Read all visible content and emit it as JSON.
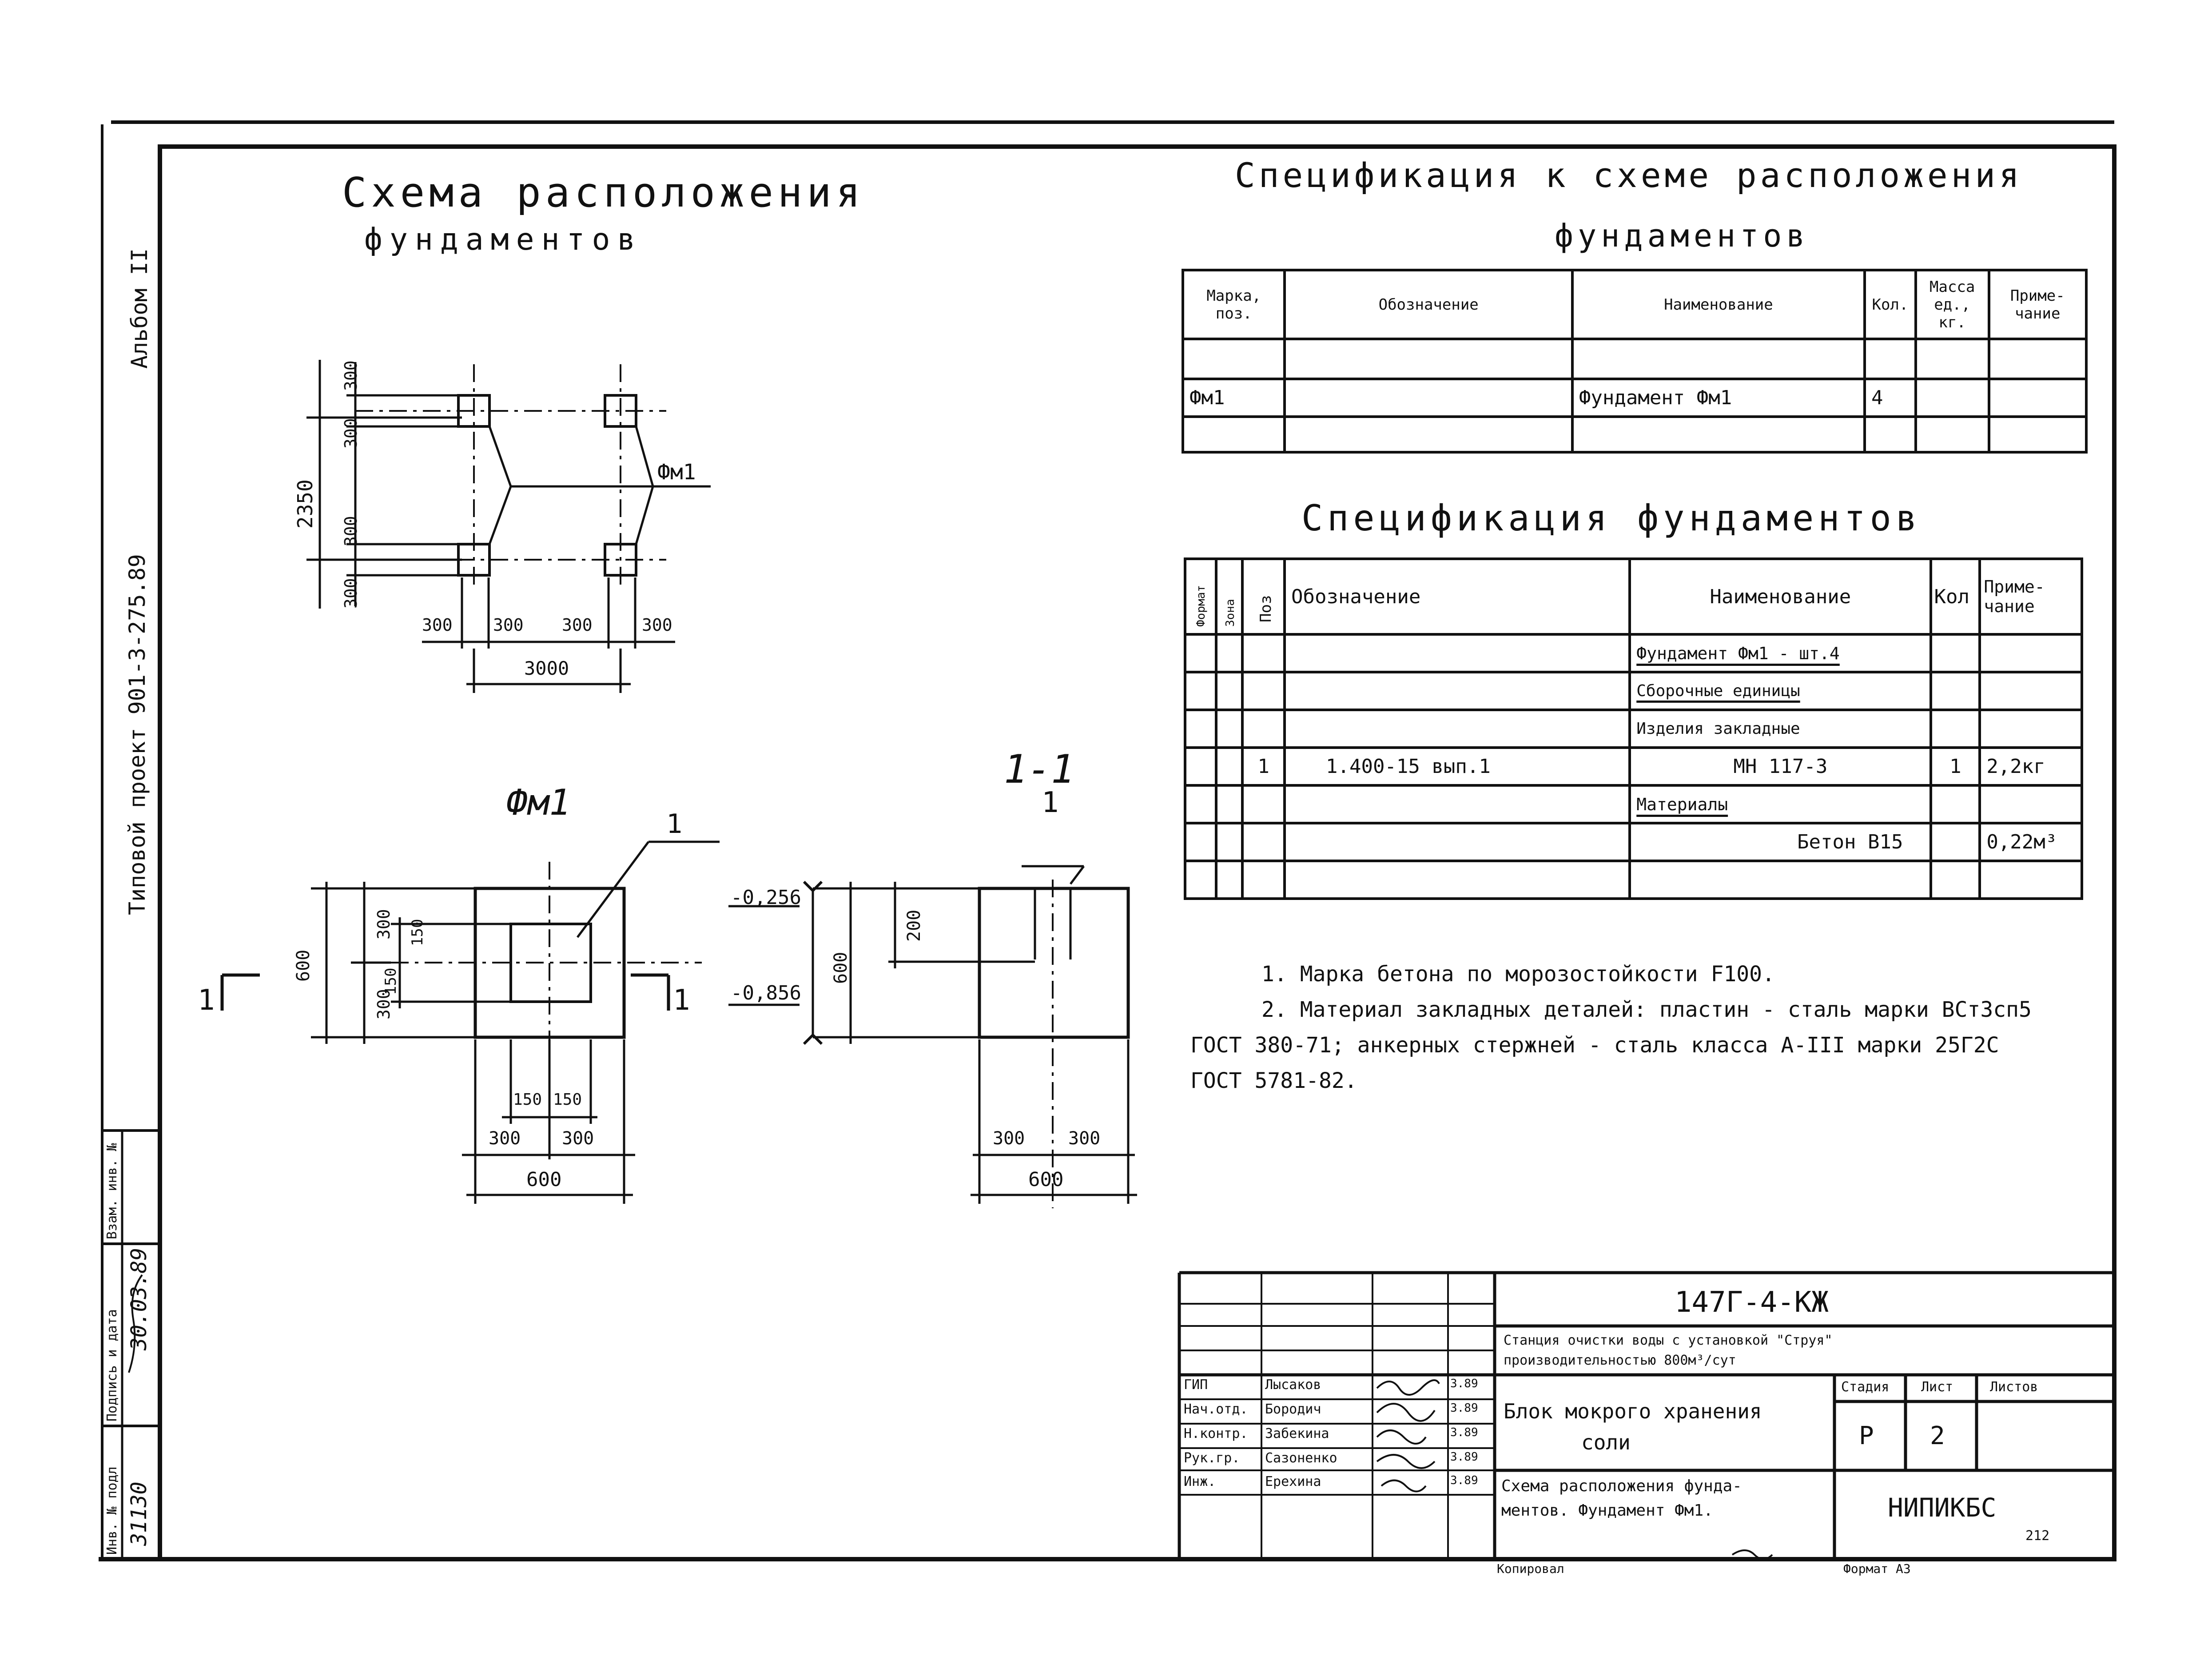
{
  "layout_title": [
    "Схема расположения",
    "фундаментов"
  ],
  "spec1": {
    "title": [
      "Спецификация к схеме расположения",
      "фундаментов"
    ],
    "headers": [
      "Марка, поз.",
      "Обозначение",
      "Наименование",
      "Кол.",
      "Масса ед., кг.",
      "Приме-чание"
    ],
    "rows": [
      [
        "",
        "",
        "",
        "",
        "",
        ""
      ],
      [
        "Фм1",
        "",
        "Фундамент Фм1",
        "4",
        "",
        ""
      ],
      [
        "",
        "",
        "",
        "",
        "",
        ""
      ]
    ]
  },
  "spec2": {
    "title": "Спецификация фундаментов",
    "headers": [
      "Формат",
      "Зона",
      "Поз",
      "Обозначение",
      "Наименование",
      "Кол",
      "Приме-чание"
    ],
    "rows": [
      [
        "",
        "",
        "",
        "",
        "Фундамент Фм1 - шт.4",
        "",
        ""
      ],
      [
        "",
        "",
        "",
        "",
        "Сборочные единицы",
        "",
        ""
      ],
      [
        "",
        "",
        "",
        "",
        "Изделия закладные",
        "",
        ""
      ],
      [
        "",
        "",
        "1",
        "1.400-15 вып.1",
        "МН 117-3",
        "1",
        "2,2кг"
      ],
      [
        "",
        "",
        "",
        "",
        "Материалы",
        "",
        ""
      ],
      [
        "",
        "",
        "",
        "",
        "Бетон В15",
        "",
        "0,22м³"
      ],
      [
        "",
        "",
        "",
        "",
        "",
        "",
        ""
      ]
    ]
  },
  "notes": [
    "1. Марка бетона по морозостойкости F100.",
    "2. Материал закладных деталей: пластин - сталь марки ВСт3сп5",
    "ГОСТ 380-71; анкерных стержней - сталь класса А-III марки 25Г2С",
    "ГОСТ 5781-82."
  ],
  "plan_labels": {
    "dims_vertical": [
      "300",
      "300",
      "2350",
      "300",
      "300"
    ],
    "dims_horizontal": [
      "300",
      "300",
      "300",
      "300",
      "3000"
    ],
    "mark": "Фм1"
  },
  "detail": {
    "title": "Фм1",
    "callout": "1",
    "section_mark_left": "1",
    "section_mark_right": "1",
    "dims": [
      "300",
      "150",
      "150",
      "300",
      "600",
      "150",
      "150",
      "300",
      "300",
      "600"
    ]
  },
  "section": {
    "title": "1-1",
    "callout": "1",
    "levels": [
      "-0,256",
      "-0,856"
    ],
    "dims": [
      "200",
      "600",
      "300",
      "300",
      "600"
    ]
  },
  "side_text": {
    "project": "Типовой проект 901-3-275.89",
    "album": "Альбом II",
    "stamp_headers": [
      "Инв. № подл",
      "Подпись и дата",
      "Взам. инв. №"
    ],
    "stamp_values": [
      "31130",
      "30.03.89",
      ""
    ]
  },
  "title_block": {
    "code": "147Г-4-КЖ",
    "object": [
      "Станция очистки воды с установкой \"Струя\"",
      "производительностью 800м³/сут"
    ],
    "building": [
      "Блок мокрого хранения",
      "соли"
    ],
    "sheet_title": [
      "Схема расположения фунда-",
      "ментов. Фундамент Фм1."
    ],
    "stage_header": "Стадия",
    "sheet_header": "Лист",
    "sheets_header": "Листов",
    "stage": "Р",
    "sheet": "2",
    "sheets": "",
    "org": "НИПИКБС",
    "people": [
      {
        "role": "ГИП",
        "name": "Лысаков",
        "date": "3.89"
      },
      {
        "role": "Нач.отд.",
        "name": "Бородич",
        "date": "3.89"
      },
      {
        "role": "Н.контр.",
        "name": "Забекина",
        "date": "3.89"
      },
      {
        "role": "Рук.гр.",
        "name": "Сазоненко",
        "date": "3.89"
      },
      {
        "role": "Инж.",
        "name": "Ерехина",
        "date": "3.89"
      }
    ],
    "copied": "Копировал",
    "format": "Формат А3",
    "page_no": "212"
  }
}
